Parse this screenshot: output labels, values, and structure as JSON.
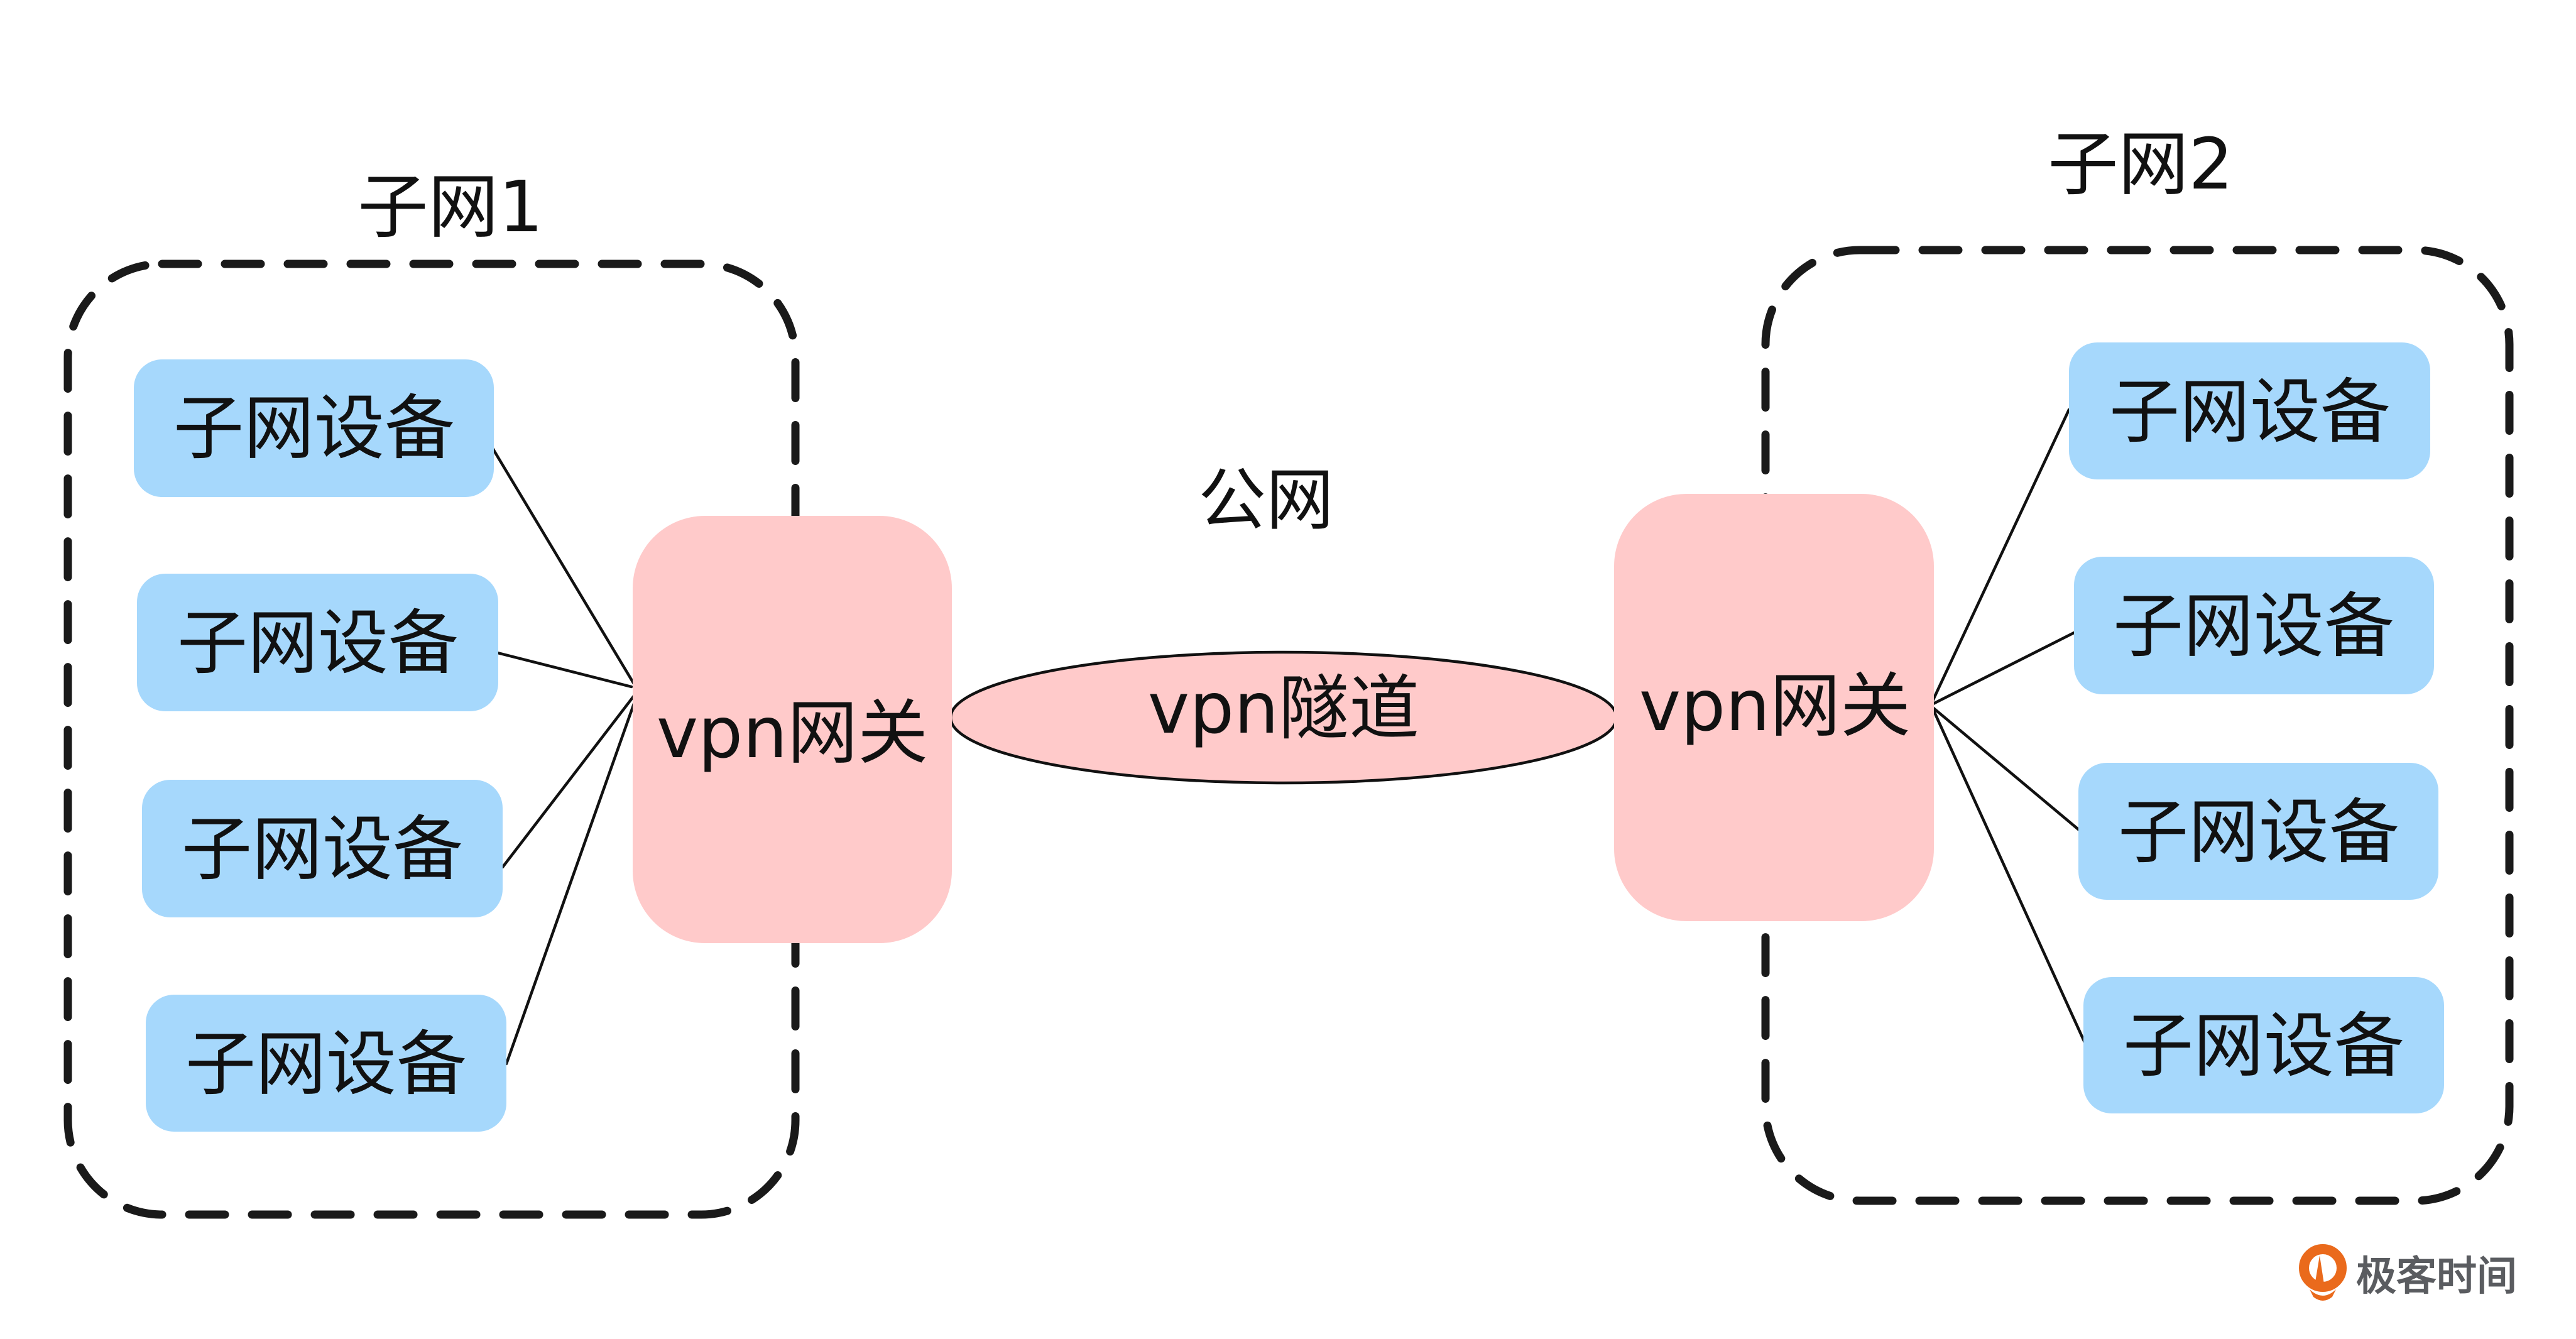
{
  "colors": {
    "device_fill": "#a6d8fc",
    "gateway_fill": "#ffcaca",
    "tunnel_fill": "#ffcaca",
    "line": "#111111",
    "dash": "#1a1a1a",
    "logo_orange": "#ea6a1c",
    "logo_text": "#5a5c60"
  },
  "subnet1": {
    "title": "子网1",
    "devices": [
      "子网设备",
      "子网设备",
      "子网设备",
      "子网设备"
    ],
    "gateway": "vpn网关"
  },
  "subnet2": {
    "title": "子网2",
    "devices": [
      "子网设备",
      "子网设备",
      "子网设备",
      "子网设备"
    ],
    "gateway": "vpn网关"
  },
  "public_network": {
    "label": "公网",
    "tunnel": "vpn隧道"
  },
  "watermark": {
    "icon": "geektime-logo-icon",
    "text": "极客时间"
  }
}
